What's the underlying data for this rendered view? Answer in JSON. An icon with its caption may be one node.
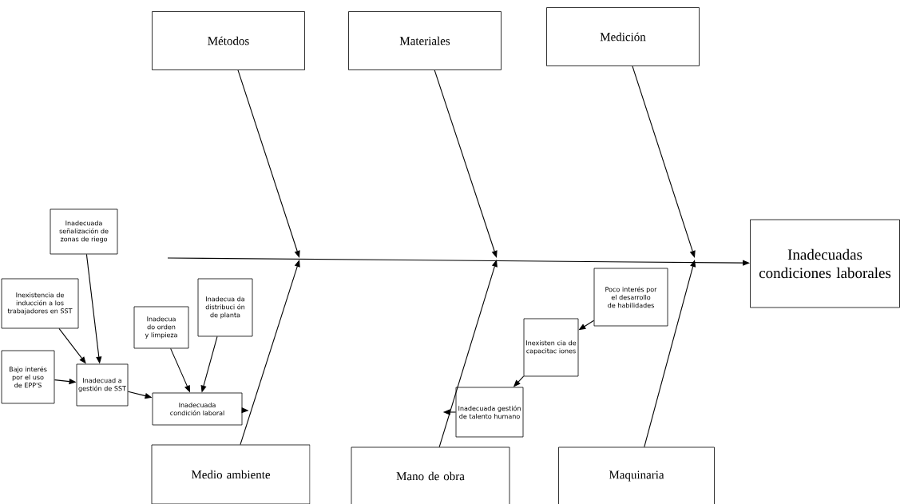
{
  "diagram": {
    "nodes": [
      {
        "text": [
          "Métodos"
        ]
      },
      {
        "text": [
          "Materiales"
        ]
      },
      {
        "text": [
          "Medición"
        ]
      },
      {
        "text": [
          "Inadecuadas condiciones laborales"
        ]
      },
      {
        "text": [
          "Inadecuada señalización de zonas de riego"
        ]
      },
      {
        "text": [
          "Inexistencia de inducción a los trabajadores en SST"
        ]
      },
      {
        "text": [
          "Bajo interés por el uso de EPP'S"
        ]
      },
      {
        "text": [
          "Inadecuad a gestión de SST"
        ]
      },
      {
        "text": [
          "Inadecua do orden y limpieza"
        ]
      },
      {
        "text": [
          "Inadecua da distribuci ón de planta"
        ]
      },
      {
        "text": [
          "Inadecuada condición laboral"
        ]
      },
      {
        "text": [
          "Poco interés por el desarrollo de habilidades"
        ]
      },
      {
        "text": [
          "Inexisten cia de capacitac iones"
        ]
      },
      {
        "text": [
          "Inadecuada gestión de talento humano"
        ]
      },
      {
        "text": [
          "Medio ambiente"
        ]
      },
      {
        "text": [
          "Mano de obra"
        ]
      },
      {
        "text": [
          "Maquinaria"
        ]
      }
    ],
    "edges": [
      {
        "from": null,
        "to": 3,
        "arrow": "to"
      },
      {
        "from": 0,
        "to": null,
        "arrow": "to"
      },
      {
        "from": 1,
        "to": null,
        "arrow": "to"
      },
      {
        "from": 2,
        "to": null,
        "arrow": "to"
      },
      {
        "from": 14,
        "to": null,
        "arrow": "to"
      },
      {
        "from": 15,
        "to": null,
        "arrow": "to"
      },
      {
        "from": 16,
        "to": null,
        "arrow": "to"
      },
      {
        "from": 4,
        "to": 7,
        "arrow": "to"
      },
      {
        "from": 5,
        "to": 7,
        "arrow": "to"
      },
      {
        "from": 6,
        "to": 7,
        "arrow": "to"
      },
      {
        "from": 7,
        "to": 10,
        "arrow": "to"
      },
      {
        "from": 8,
        "to": 10,
        "arrow": "to"
      },
      {
        "from": 9,
        "to": 10,
        "arrow": "to"
      },
      {
        "from": 10,
        "to": null,
        "arrow": "to"
      },
      {
        "from": 11,
        "to": 12,
        "arrow": "to"
      },
      {
        "from": 12,
        "to": 13,
        "arrow": "to"
      },
      {
        "from": 13,
        "to": null,
        "arrow": "to"
      }
    ]
  }
}
